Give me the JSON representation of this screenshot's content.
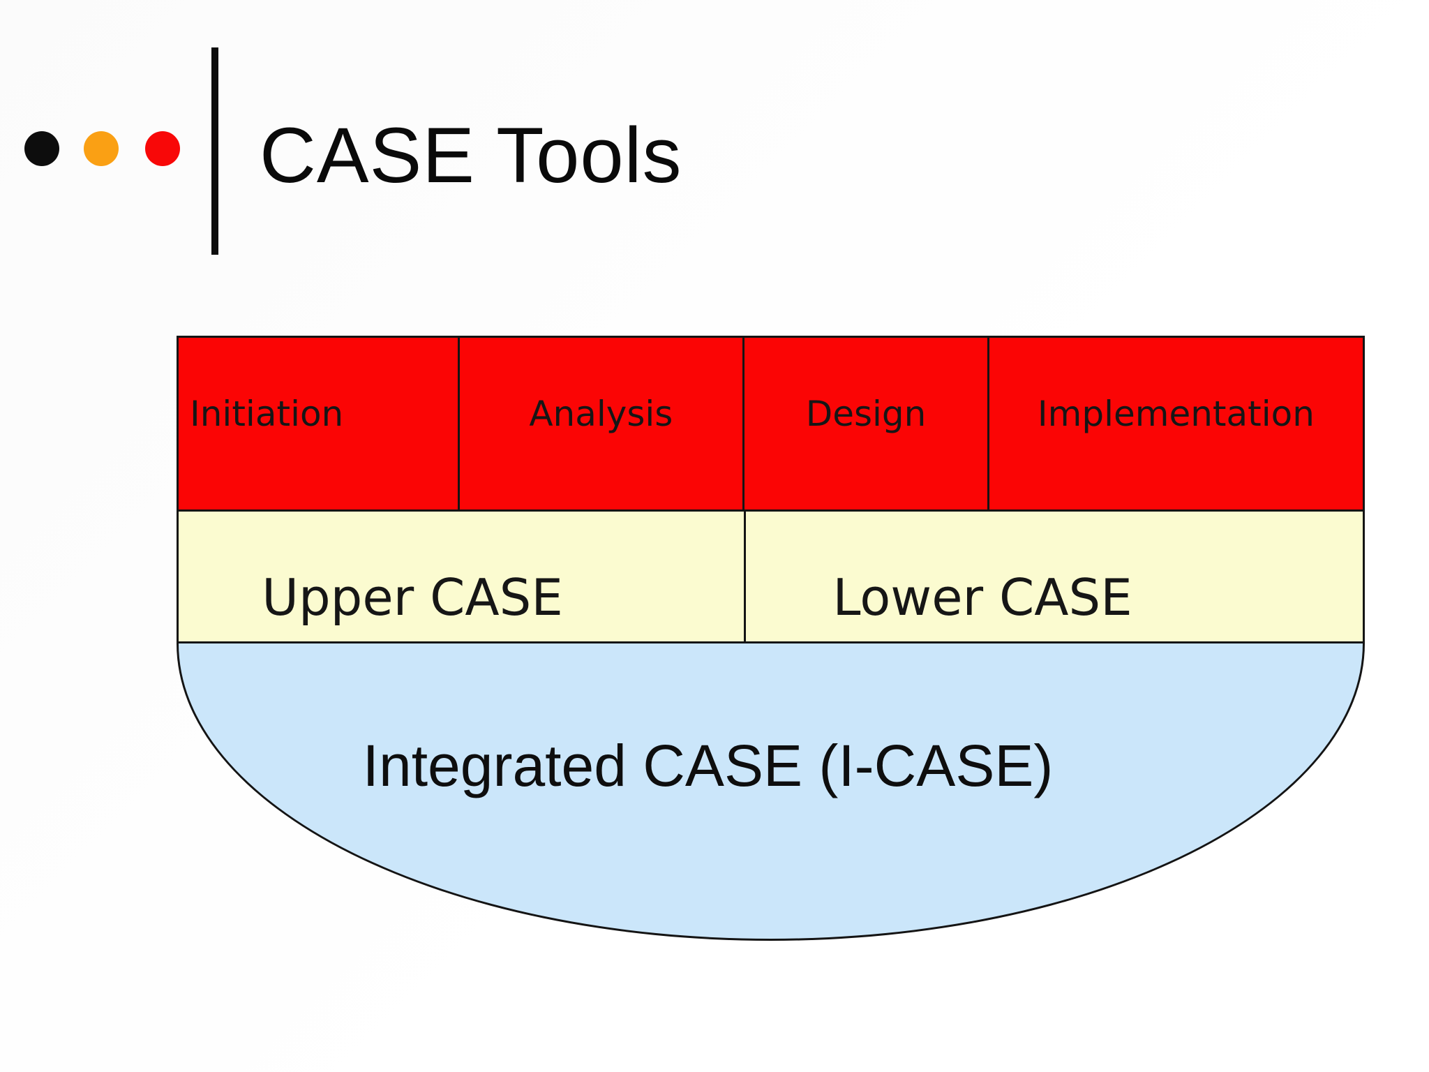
{
  "slide": {
    "title": "CASE Tools",
    "decoration": {
      "dot_colors": [
        "#0D0D0D",
        "#FAA014",
        "#F80808"
      ],
      "line_color": "#0D0D0D"
    },
    "colors": {
      "phase_row_bg": "#FB0505",
      "case_row_bg": "#FBFBD0",
      "integrated_bg": "#CBE6FA",
      "border": "#141414",
      "text": "#161616"
    },
    "diagram": {
      "phase_row": {
        "cells": [
          {
            "label": "Initiation"
          },
          {
            "label": "Analysis"
          },
          {
            "label": "Design"
          },
          {
            "label": "Implementation"
          }
        ]
      },
      "case_row": {
        "cells": [
          {
            "label": "Upper CASE"
          },
          {
            "label": "Lower CASE"
          }
        ]
      },
      "integrated": {
        "label": "Integrated CASE (I-CASE)"
      }
    }
  }
}
